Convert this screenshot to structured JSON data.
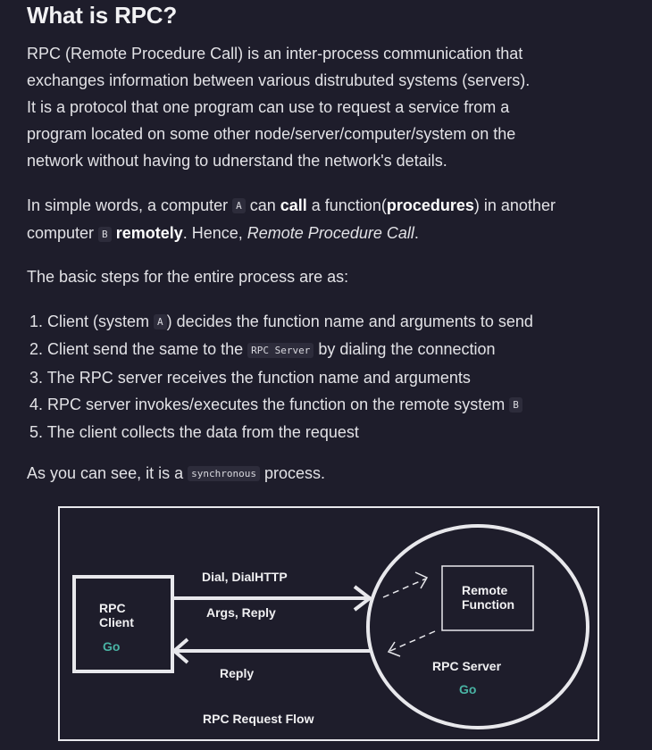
{
  "title": "What is RPC?",
  "intro": {
    "line1": "RPC (Remote Procedure Call) is an inter-process communication that",
    "line2": "exchanges information between various distrubuted systems (servers).",
    "line3": "It is a protocol that one program can use to request a service from a",
    "line4": "program located on some other node/server/computer/system on the",
    "line5": "network without having to udnerstand the network's details."
  },
  "simple": {
    "t1": "In simple words, a computer ",
    "code_a": "A",
    "t2": " can ",
    "call": "call",
    "t3": " a function(",
    "procedures": "procedures",
    "t4": ") in another",
    "t5": "computer ",
    "code_b": "B",
    "t6": " ",
    "remotely": "remotely",
    "t7": ". Hence, ",
    "rpc_italic": "Remote Procedure Call",
    "t8": "."
  },
  "steps_intro": "The basic steps for the entire process are as:",
  "steps": {
    "s1a": "1. Client (system ",
    "s1code": "A",
    "s1b": ") decides the function name and arguments to send",
    "s2a": "2. Client send the same to the ",
    "s2code": "RPC Server",
    "s2b": " by dialing the connection",
    "s3": "3. The RPC server receives the function name and arguments",
    "s4a": "4. RPC server invokes/executes the function on the remote system ",
    "s4code": "B",
    "s5": "5. The client collects the data from the request"
  },
  "sync": {
    "t1": "As you can see, it is a ",
    "code": "synchronous",
    "t2": " process."
  },
  "diagram": {
    "client_line1": "RPC",
    "client_line2": "Client",
    "client_go": "Go",
    "dial_label": "Dial, DialHTTP",
    "args_label": "Args, Reply",
    "reply_label": "Reply",
    "remote_line1": "Remote",
    "remote_line2": "Function",
    "server_label": "RPC Server",
    "server_go": "Go",
    "caption": "RPC Request Flow",
    "colors": {
      "stroke": "#e8e8ec",
      "go": "#49b3a4"
    }
  }
}
